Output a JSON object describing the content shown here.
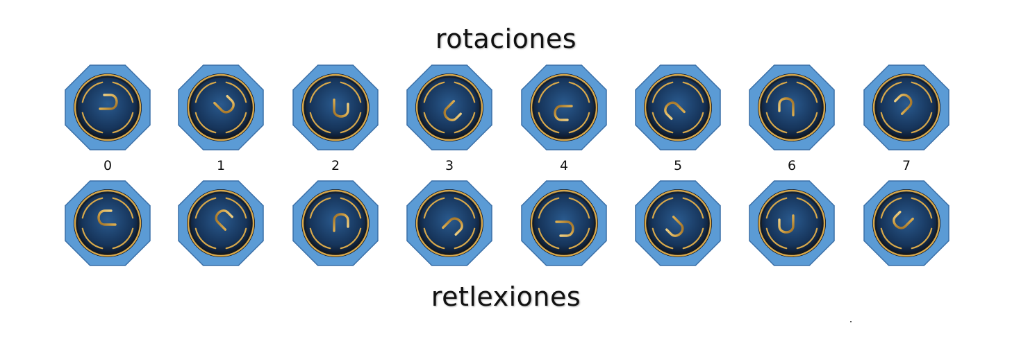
{
  "titles": {
    "top": "rotaciones",
    "bottom": "retlexiones"
  },
  "labels": [
    "0",
    "1",
    "2",
    "3",
    "4",
    "5",
    "6",
    "7"
  ],
  "colors": {
    "octagon_fill": "#5b9bd5",
    "octagon_stroke": "#3b70a8",
    "disc_center": "#2a5a8e",
    "disc_edge": "#0a1220",
    "gold": "#d8a84a",
    "gold_light": "#f4d890"
  },
  "rotations": {
    "icon": "gold-symbol-icon",
    "rotation_degrees": [
      0,
      45,
      90,
      135,
      180,
      225,
      270,
      315
    ]
  },
  "reflections": {
    "icon": "gold-symbol-mirrored-icon",
    "rotation_degrees": [
      0,
      45,
      90,
      135,
      180,
      225,
      270,
      315
    ]
  }
}
